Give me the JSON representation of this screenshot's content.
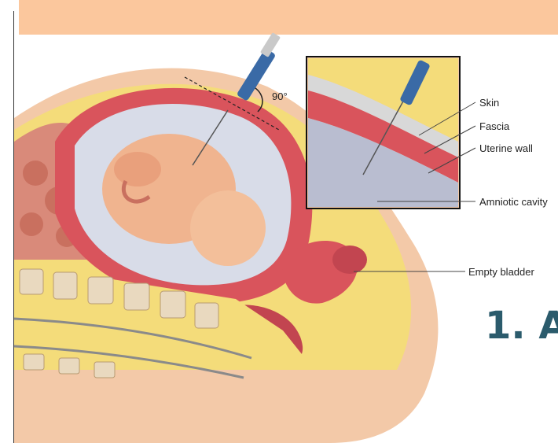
{
  "header": {
    "color": "#fbc79d"
  },
  "figure": {
    "angle_label": "90°",
    "labels": {
      "skin": "Skin",
      "fascia": "Fascia",
      "uterine_wall": "Uterine wall",
      "amniotic_cavity": "Amniotic cavity",
      "empty_bladder": "Empty bladder"
    }
  },
  "slide": {
    "heading": "1. A"
  },
  "colors": {
    "skin_tone": "#f3c9a8",
    "fat_layer": "#f4dc7a",
    "uterine_wall": "#d9545c",
    "amniotic_fluid": "#d8dce8",
    "vertebra": "#e9d9bf",
    "heading": "#2b5b6c",
    "syringe": "#3a6aa6"
  }
}
